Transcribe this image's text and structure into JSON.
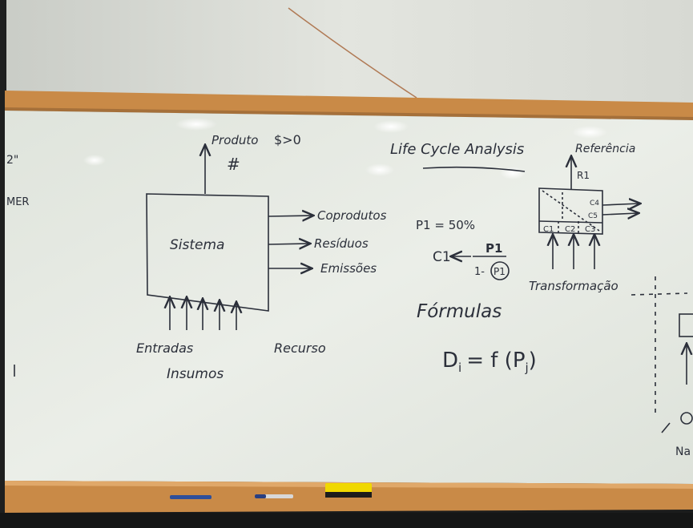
{
  "board": {
    "heading": "Life Cycle Analysis",
    "system_box": {
      "label": "Sistema"
    },
    "product": {
      "label": "Produto",
      "value": "$>0",
      "mark": "#"
    },
    "outputs": [
      "Coprodutos",
      "Resíduos",
      "Emissões"
    ],
    "inputs": {
      "left_label": "Entradas",
      "right_label": "Recurso",
      "bottom_label": "Insumos"
    },
    "allocation": {
      "p1": "P1 = 50%",
      "c1": "C1",
      "numerator": "P1",
      "denominator_left": "1-",
      "denominator_circled": "P1"
    },
    "formulas": {
      "label": "Fórmulas",
      "equation_left": "D",
      "equation_sub": "i",
      "equation_mid": "= f (P",
      "equation_sub2": "j",
      "equation_end": ")"
    },
    "reference_diagram": {
      "top_label": "Referência",
      "r_label": "R1",
      "outputs": [
        "C4",
        "C5"
      ],
      "cells": [
        "C1",
        "C2",
        "C3"
      ],
      "bottom_label": "Transformação"
    },
    "left_edge": {
      "mark": "2\"",
      "text": "MER"
    },
    "right_edge": {
      "text": "Na"
    }
  },
  "colors": {
    "whiteboard": "#e8ece5",
    "frame": "#c98a47",
    "wall": "#d9dbd5",
    "ink": "#2b2f3a",
    "eraser": "#f0d800"
  }
}
